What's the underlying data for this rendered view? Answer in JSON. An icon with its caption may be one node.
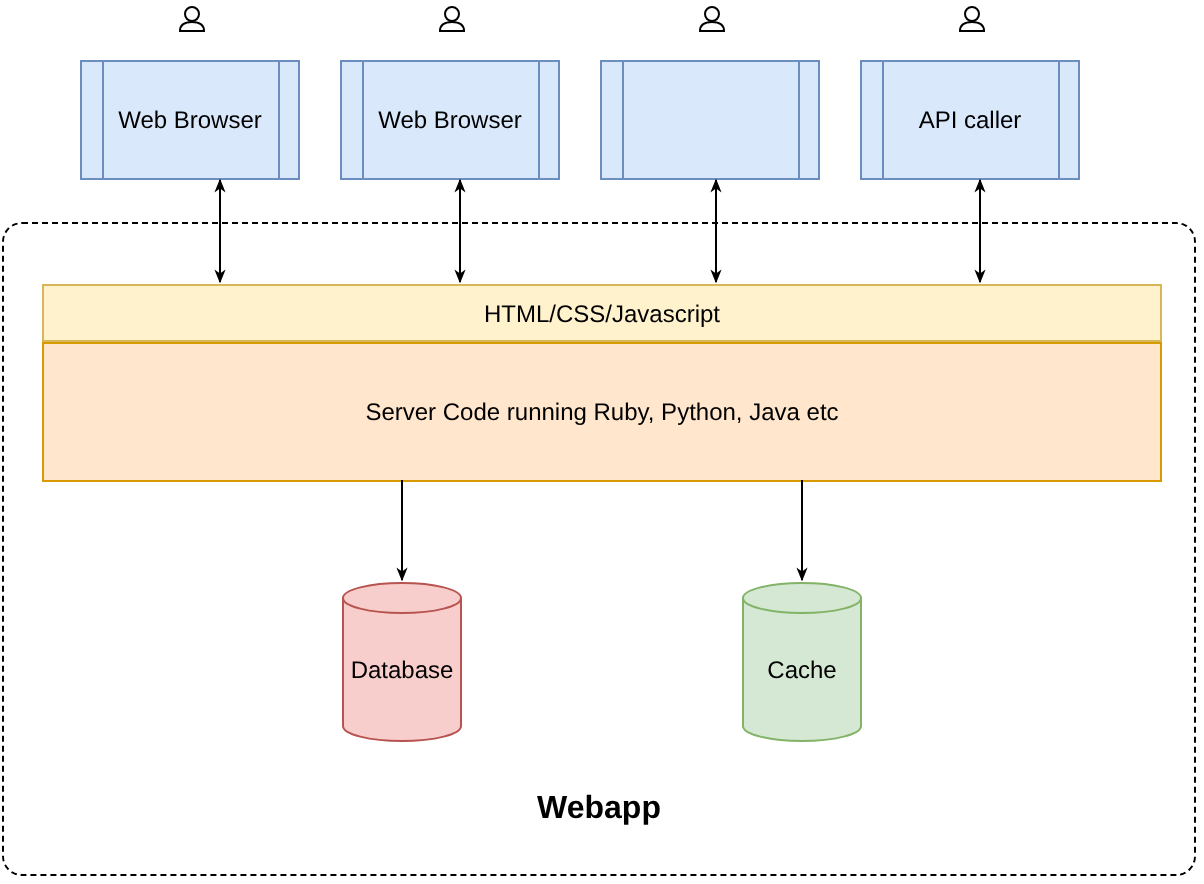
{
  "diagram": {
    "nodes": [
      {
        "text": [
          "Webapp"
        ]
      },
      {
        "text": [
          "Web Browser"
        ]
      },
      {
        "text": [
          "Web Browser"
        ]
      },
      {
        "text": [],
        "shape": "box"
      },
      {
        "text": [
          "API caller"
        ]
      },
      {
        "text": [
          "HTML/CSS/Javascript"
        ],
        "in": 0
      },
      {
        "text": [
          "Server Code running Ruby, Python, Java etc"
        ],
        "in": 0
      },
      {
        "text": [
          "Database"
        ],
        "in": 0
      },
      {
        "text": [
          "Cache"
        ],
        "in": 0
      }
    ],
    "edges": [
      {
        "from": 1,
        "to": 5,
        "arrow": "both"
      },
      {
        "from": 2,
        "to": 5,
        "arrow": "both"
      },
      {
        "from": 3,
        "to": 5,
        "arrow": "both"
      },
      {
        "from": 4,
        "to": 5,
        "arrow": "both"
      },
      {
        "from": 6,
        "to": 7,
        "arrow": "to"
      },
      {
        "from": 6,
        "to": 8,
        "arrow": "to"
      }
    ]
  }
}
